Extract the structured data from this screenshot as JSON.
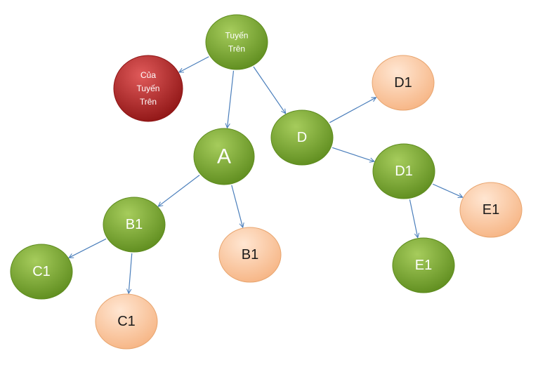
{
  "nodes": [
    {
      "id": "tuyen-tren",
      "lines": [
        "Tuyến",
        "Trên"
      ],
      "color": "green"
    },
    {
      "id": "cua-tuyen-tren",
      "lines": [
        "Của",
        "Tuyến",
        "Trên"
      ],
      "color": "red"
    },
    {
      "id": "a",
      "lines": [
        "A"
      ],
      "color": "green"
    },
    {
      "id": "d",
      "lines": [
        "D"
      ],
      "color": "green"
    },
    {
      "id": "d1-peach",
      "lines": [
        "D1"
      ],
      "color": "peach"
    },
    {
      "id": "d1-green",
      "lines": [
        "D1"
      ],
      "color": "green"
    },
    {
      "id": "b1-green",
      "lines": [
        "B1"
      ],
      "color": "green"
    },
    {
      "id": "b1-peach",
      "lines": [
        "B1"
      ],
      "color": "peach"
    },
    {
      "id": "c1-green",
      "lines": [
        "C1"
      ],
      "color": "green"
    },
    {
      "id": "c1-peach",
      "lines": [
        "C1"
      ],
      "color": "peach"
    },
    {
      "id": "e1-peach",
      "lines": [
        "E1"
      ],
      "color": "peach"
    },
    {
      "id": "e1-green",
      "lines": [
        "E1"
      ],
      "color": "green"
    }
  ],
  "edges": [
    {
      "from": "tuyen-tren",
      "to": "cua-tuyen-tren"
    },
    {
      "from": "tuyen-tren",
      "to": "a"
    },
    {
      "from": "tuyen-tren",
      "to": "d"
    },
    {
      "from": "d",
      "to": "d1-peach"
    },
    {
      "from": "d",
      "to": "d1-green"
    },
    {
      "from": "a",
      "to": "b1-green"
    },
    {
      "from": "a",
      "to": "b1-peach"
    },
    {
      "from": "b1-green",
      "to": "c1-green"
    },
    {
      "from": "b1-green",
      "to": "c1-peach"
    },
    {
      "from": "d1-green",
      "to": "e1-peach"
    },
    {
      "from": "d1-green",
      "to": "e1-green"
    }
  ],
  "colors": {
    "green_light": "#a6cc5c",
    "green_dark": "#5e8c1e",
    "red_light": "#e05a5a",
    "red_dark": "#8e1414",
    "peach_light": "#ffe6d2",
    "peach_dark": "#f6b483",
    "peach_stroke": "#e8a56f",
    "edge": "#4a7ebb"
  }
}
